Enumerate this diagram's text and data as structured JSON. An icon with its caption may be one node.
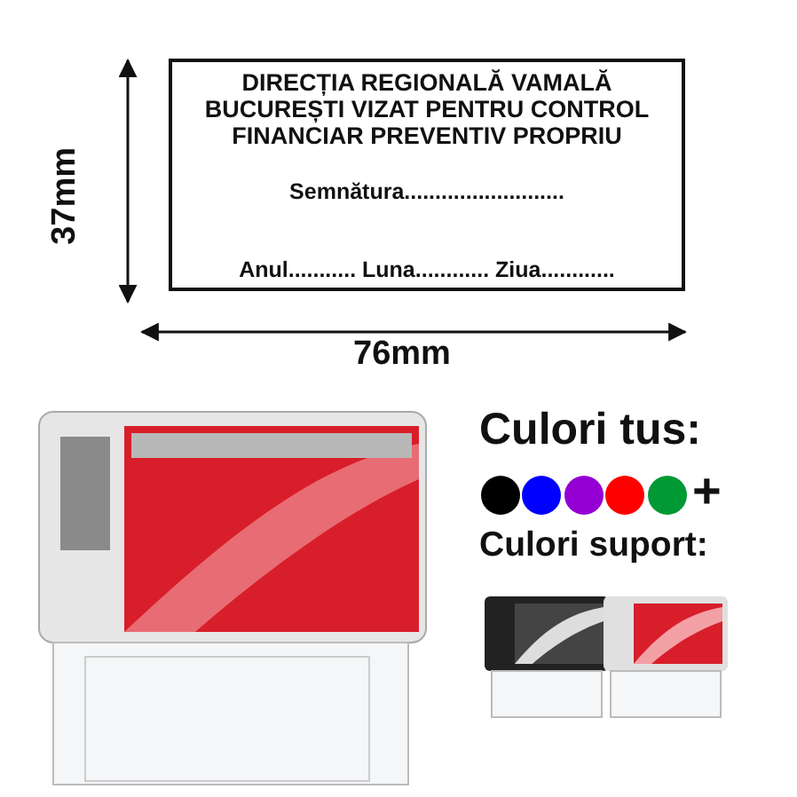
{
  "diagram": {
    "nodes": [
      {
        "text": [
          "DIRECȚIA REGIONALĂ VAMALĂ BUCUREȘTI VIZAT PENTRU CONTROL FINANCIAR PREVENTIV PROPRIU",
          "Semnătura..........................",
          "Anul........... Luna............ Ziua............"
        ]
      }
    ],
    "edges": [],
    "labels": [
      "37mm",
      "76mm",
      "Culori tus:",
      "+",
      "Culori suport:"
    ]
  }
}
